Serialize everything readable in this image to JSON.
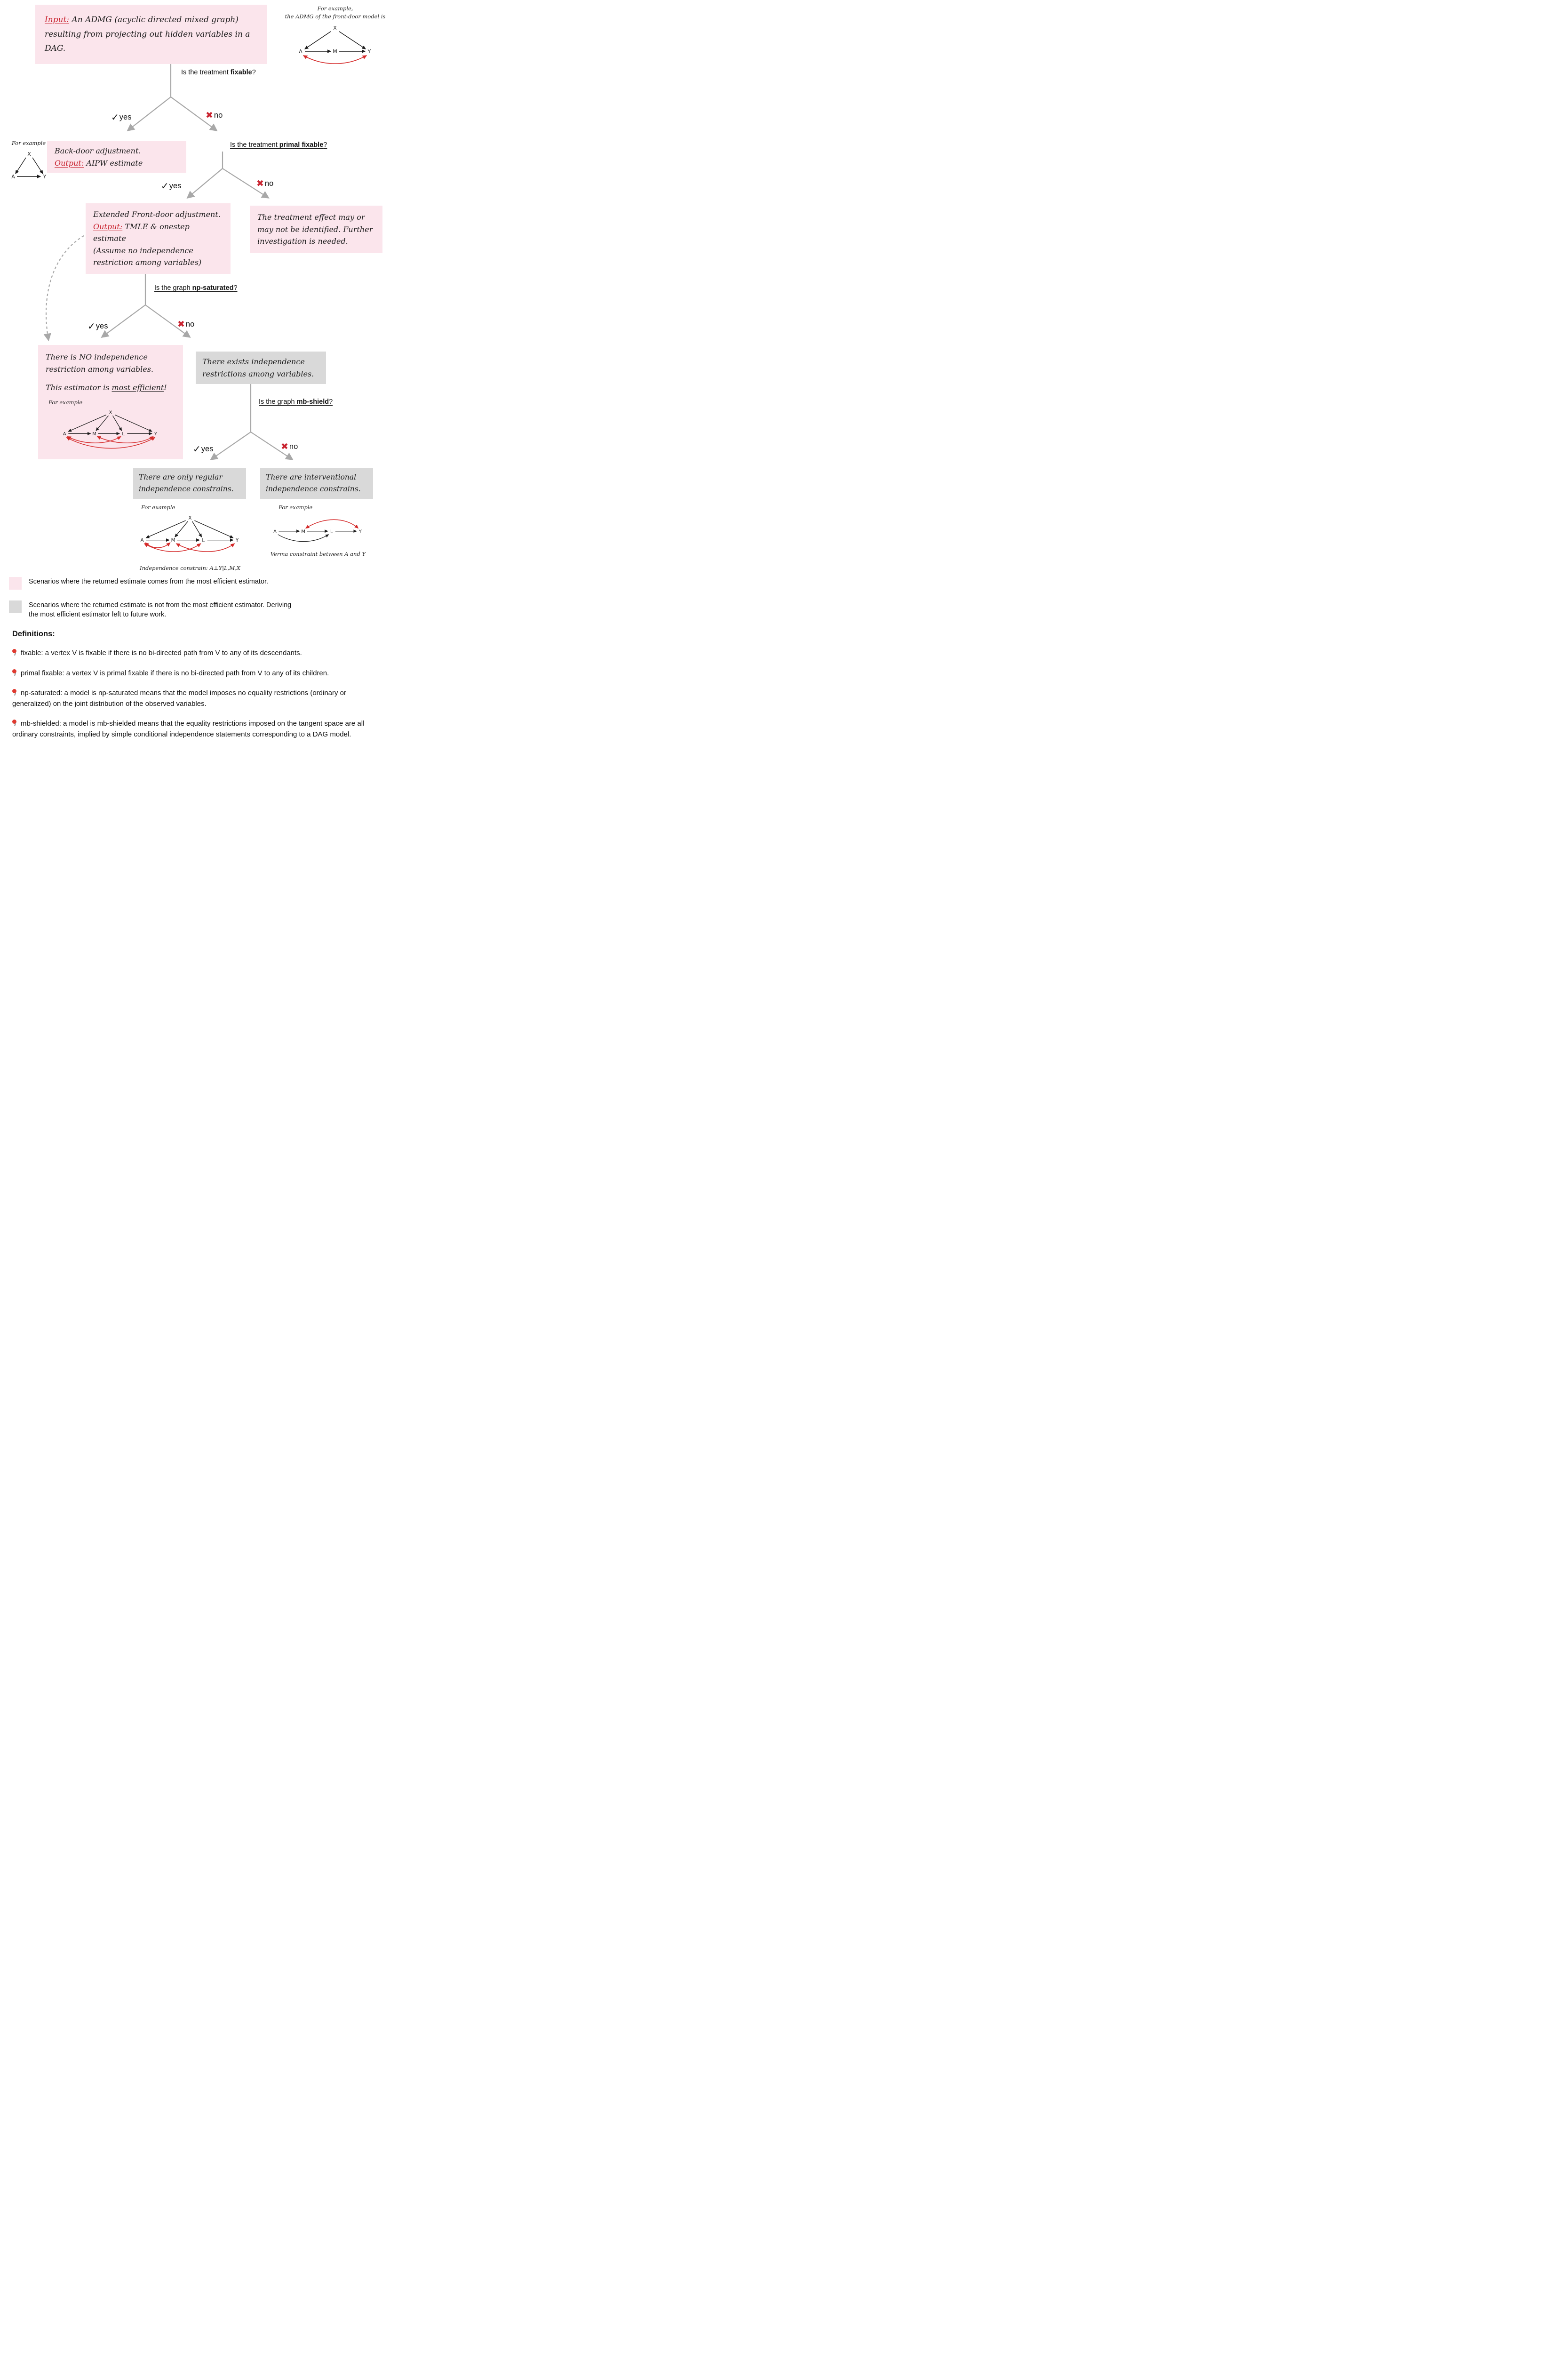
{
  "colors": {
    "pink": "#fbe5ec",
    "gray": "#d9d9d9",
    "red": "#c9232f",
    "line": "#a8a8a8",
    "arc-red": "#d42a2a"
  },
  "input_box": {
    "label": "Input:",
    "text": "An ADMG (acyclic directed mixed graph) resulting from projecting out hidden variables in a DAG."
  },
  "top_example": {
    "caption_line1": "For example,",
    "caption_line2": "the ADMG of the front-door model is"
  },
  "questions": {
    "q1": {
      "prefix": "Is the treatment ",
      "bold": "fixable",
      "suffix": "?"
    },
    "q2": {
      "prefix": "Is the treatment ",
      "bold": "primal fixable",
      "suffix": "?"
    },
    "q3": {
      "prefix": "Is the graph ",
      "bold": "np-saturated",
      "suffix": "?"
    },
    "q4": {
      "prefix": "Is the graph ",
      "bold": "mb-shield",
      "suffix": "?"
    }
  },
  "branch": {
    "check": "✓",
    "cross": "✖",
    "yes": "yes",
    "no": "no"
  },
  "boxes": {
    "backdoor": {
      "line1": "Back-door adjustment.",
      "output_label": "Output:",
      "output_text": "AIPW estimate"
    },
    "extended": {
      "line1": "Extended Front-door adjustment.",
      "output_label": "Output:",
      "output_text": "TMLE & onestep estimate",
      "note": "(Assume no independence restriction among variables)"
    },
    "maybe": {
      "text": "The treatment effect may or may not be identified. Further investigation is needed."
    },
    "no_indep": {
      "text1": "There is NO independence restriction among variables.",
      "text2_prefix": "This estimator is ",
      "text2_underline": "most efficient",
      "text2_suffix": "!",
      "example_caption": "For example"
    },
    "exists_indep": {
      "text": "There exists independence restrictions among variables."
    },
    "regular": {
      "text": "There are only regular independence constrains.",
      "example_caption": "For example",
      "graph_caption": "Independence constrain: A⊥Y|L,M,X"
    },
    "interventional": {
      "text": "There are interventional independence constrains.",
      "example_caption": "For example",
      "graph_caption": "Verma constraint between A and Y"
    }
  },
  "backdoor_example": {
    "caption": "For example"
  },
  "graphs": {
    "frontdoor": {
      "nodes": {
        "x": "X",
        "a": "A",
        "m": "M",
        "y": "Y"
      }
    },
    "backdoor": {
      "nodes": {
        "x": "X",
        "a": "A",
        "y": "Y"
      }
    },
    "saturated": {
      "nodes": {
        "x": "X",
        "a": "A",
        "m": "M",
        "l": "L",
        "y": "Y"
      }
    },
    "regular": {
      "nodes": {
        "x": "X",
        "a": "A",
        "m": "M",
        "l": "L",
        "y": "Y"
      }
    },
    "verma": {
      "nodes": {
        "a": "A",
        "m": "M",
        "l": "L",
        "y": "Y"
      }
    }
  },
  "legend": {
    "pink": "Scenarios where the returned estimate comes from the most efficient estimator.",
    "gray": "Scenarios where the returned estimate is not from the most efficient estimator. Deriving the most efficient estimator left to future work."
  },
  "definitions": {
    "heading": "Definitions:",
    "items": [
      "fixable: a vertex V is fixable if there is no bi-directed path from V to any of its descendants.",
      "primal fixable: a vertex V is primal fixable if there is no bi-directed path from V to any of its children.",
      "np-saturated: a model is np-saturated means that the model imposes no equality restrictions (ordinary or generalized) on the joint distribution of the observed variables.",
      "mb-shielded: a model is mb-shielded means that the equality restrictions imposed on the tangent space are all ordinary constraints, implied by simple conditional independence statements corresponding to a DAG model."
    ]
  }
}
